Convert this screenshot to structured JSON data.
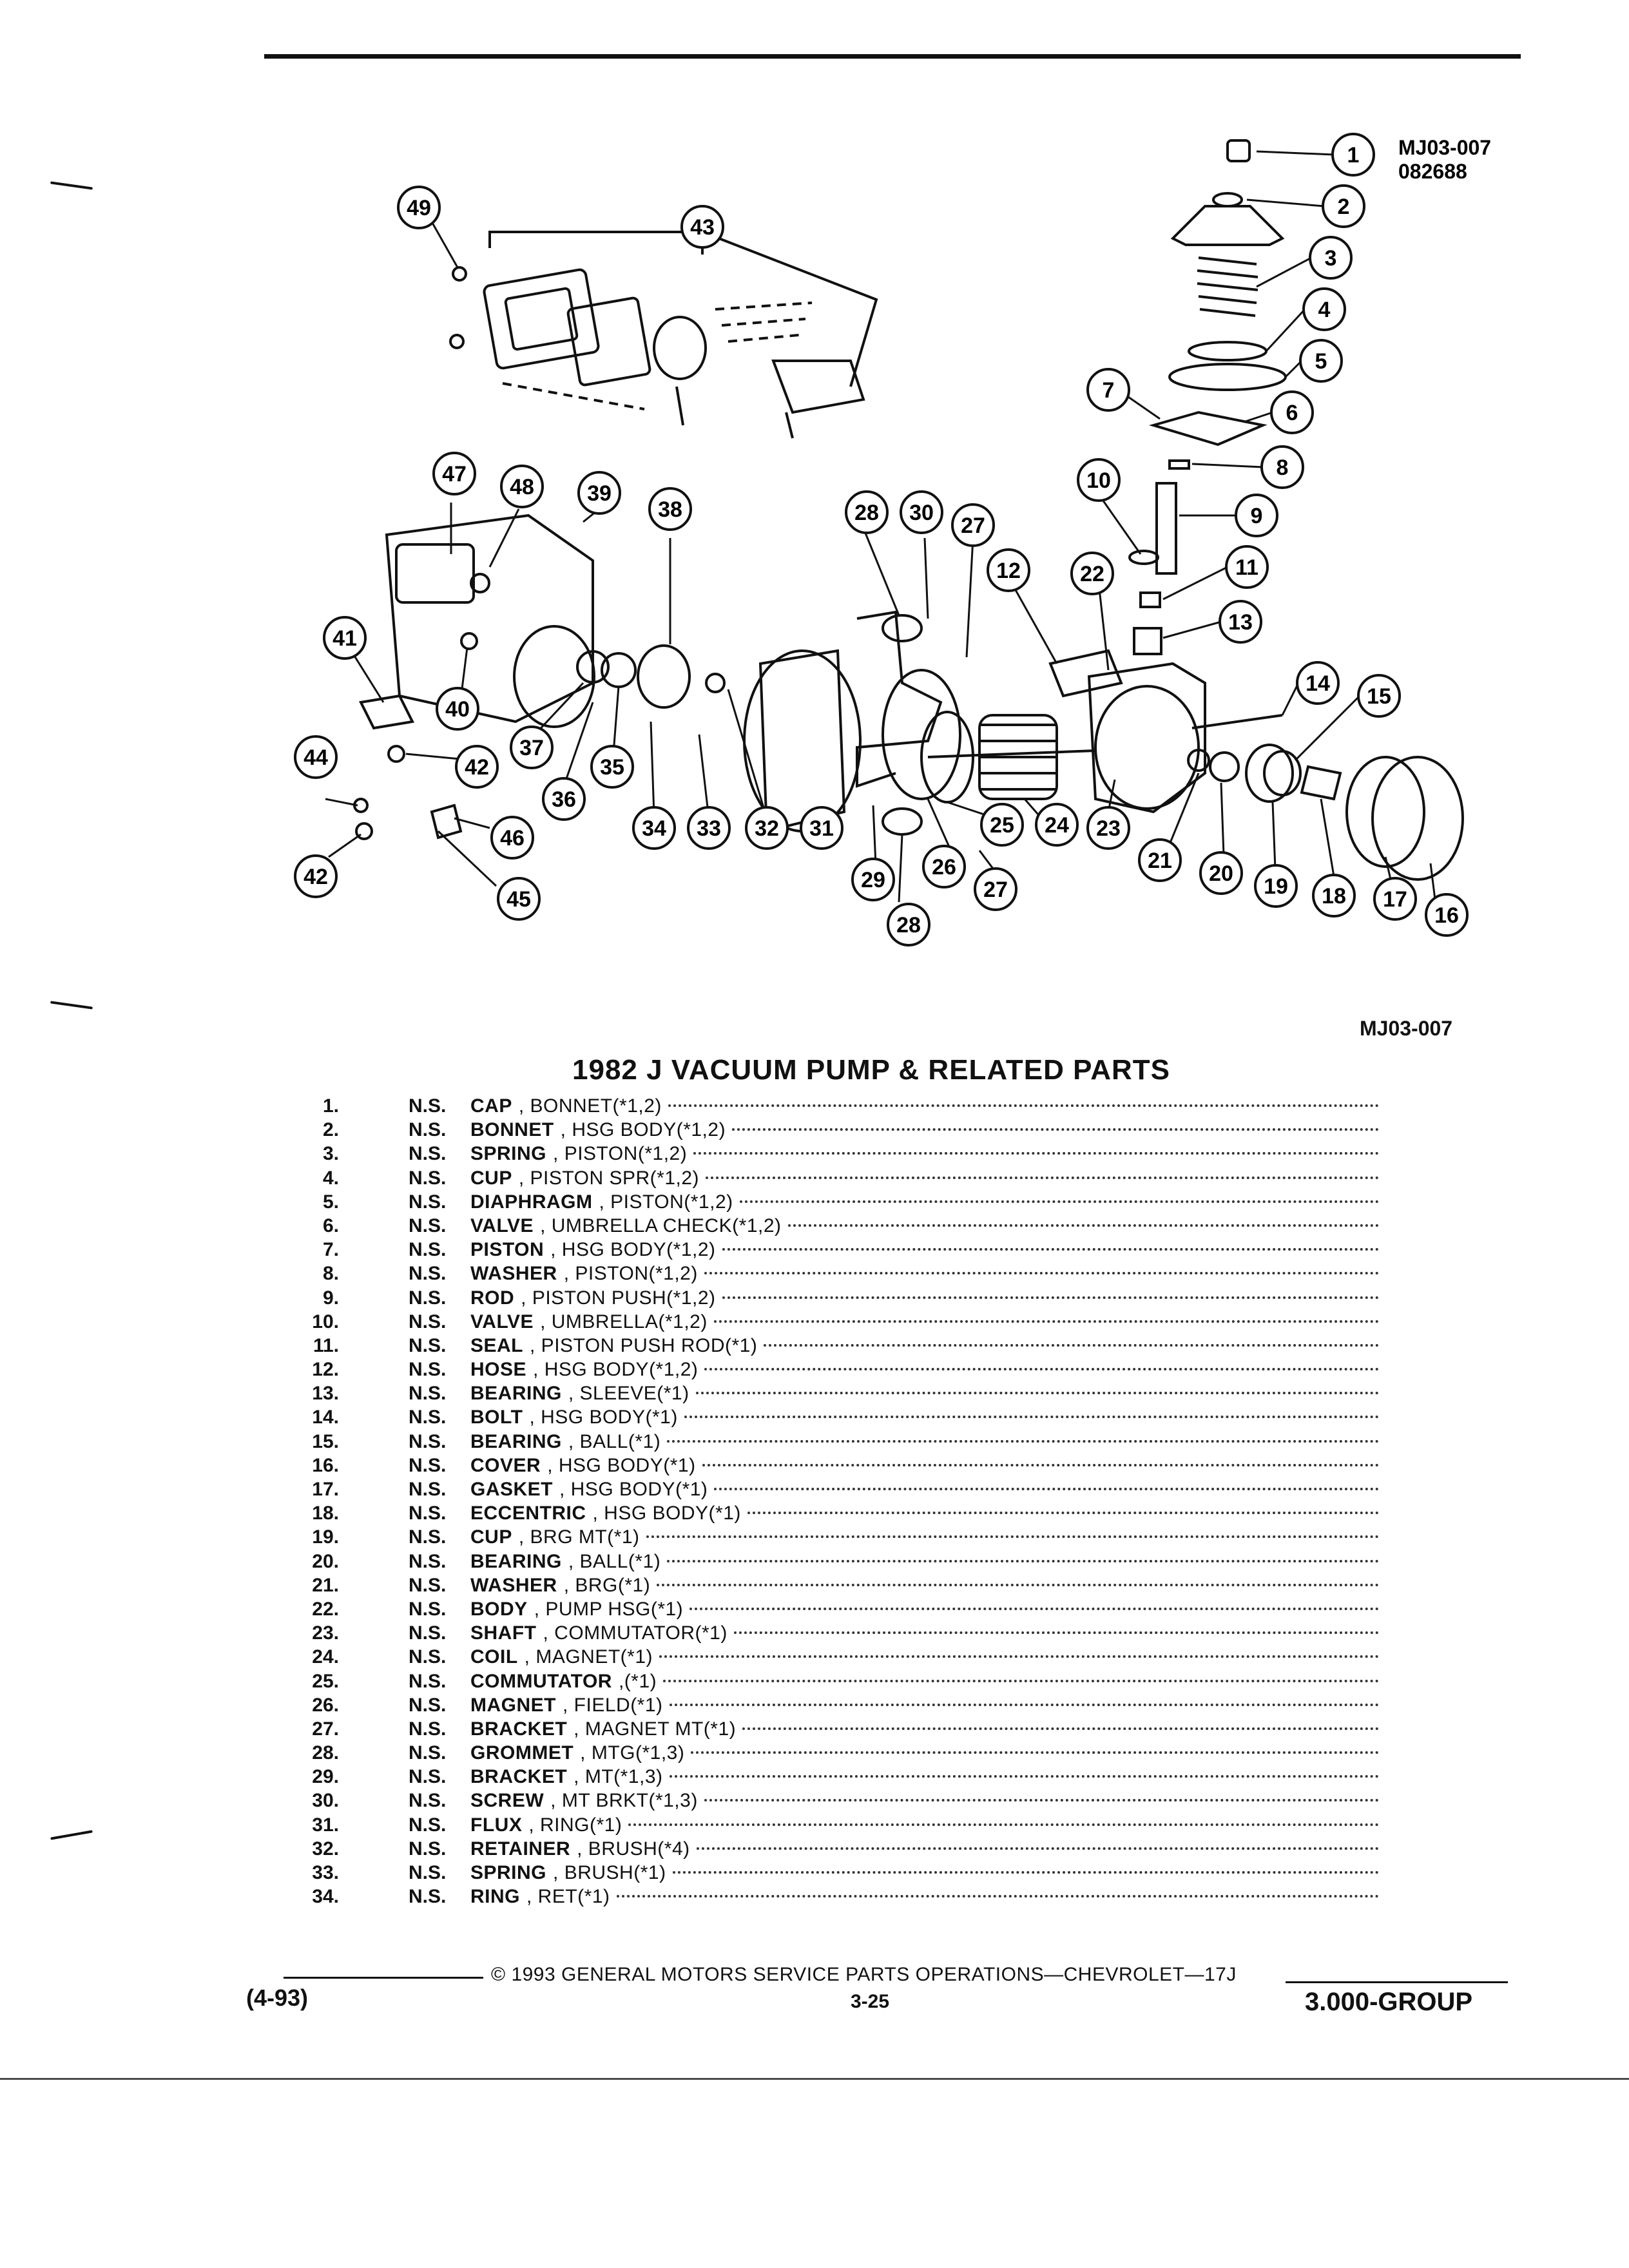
{
  "figure": {
    "code": "MJ03-007",
    "date": "082688",
    "caption_code": "MJ03-007",
    "callouts": [
      "1",
      "2",
      "3",
      "4",
      "5",
      "6",
      "7",
      "8",
      "9",
      "10",
      "11",
      "12",
      "13",
      "14",
      "15",
      "16",
      "17",
      "18",
      "19",
      "20",
      "21",
      "22",
      "23",
      "24",
      "25",
      "26",
      "27",
      "28",
      "29",
      "30",
      "31",
      "32",
      "33",
      "34",
      "35",
      "36",
      "37",
      "38",
      "39",
      "40",
      "41",
      "42",
      "43",
      "44",
      "45",
      "46",
      "47",
      "48",
      "49"
    ]
  },
  "section": {
    "title": "1982 J VACUUM PUMP & RELATED PARTS"
  },
  "parts": [
    {
      "num": "1.",
      "ns": "N.S.",
      "name": "CAP",
      "desc": ", BONNET(*1,2)"
    },
    {
      "num": "2.",
      "ns": "N.S.",
      "name": "BONNET",
      "desc": ", HSG BODY(*1,2)"
    },
    {
      "num": "3.",
      "ns": "N.S.",
      "name": "SPRING",
      "desc": ", PISTON(*1,2)"
    },
    {
      "num": "4.",
      "ns": "N.S.",
      "name": "CUP",
      "desc": ", PISTON SPR(*1,2)"
    },
    {
      "num": "5.",
      "ns": "N.S.",
      "name": "DIAPHRAGM",
      "desc": ", PISTON(*1,2)"
    },
    {
      "num": "6.",
      "ns": "N.S.",
      "name": "VALVE",
      "desc": ", UMBRELLA CHECK(*1,2)"
    },
    {
      "num": "7.",
      "ns": "N.S.",
      "name": "PISTON",
      "desc": ", HSG BODY(*1,2)"
    },
    {
      "num": "8.",
      "ns": "N.S.",
      "name": "WASHER",
      "desc": ", PISTON(*1,2)"
    },
    {
      "num": "9.",
      "ns": "N.S.",
      "name": "ROD",
      "desc": ", PISTON PUSH(*1,2)"
    },
    {
      "num": "10.",
      "ns": "N.S.",
      "name": "VALVE",
      "desc": ", UMBRELLA(*1,2)"
    },
    {
      "num": "11.",
      "ns": "N.S.",
      "name": "SEAL",
      "desc": ", PISTON PUSH ROD(*1)"
    },
    {
      "num": "12.",
      "ns": "N.S.",
      "name": "HOSE",
      "desc": ", HSG BODY(*1,2)"
    },
    {
      "num": "13.",
      "ns": "N.S.",
      "name": "BEARING",
      "desc": ", SLEEVE(*1)"
    },
    {
      "num": "14.",
      "ns": "N.S.",
      "name": "BOLT",
      "desc": ", HSG BODY(*1)"
    },
    {
      "num": "15.",
      "ns": "N.S.",
      "name": "BEARING",
      "desc": ", BALL(*1)"
    },
    {
      "num": "16.",
      "ns": "N.S.",
      "name": "COVER",
      "desc": ", HSG BODY(*1)"
    },
    {
      "num": "17.",
      "ns": "N.S.",
      "name": "GASKET",
      "desc": ", HSG BODY(*1)"
    },
    {
      "num": "18.",
      "ns": "N.S.",
      "name": "ECCENTRIC",
      "desc": ", HSG BODY(*1)"
    },
    {
      "num": "19.",
      "ns": "N.S.",
      "name": "CUP",
      "desc": ", BRG MT(*1)"
    },
    {
      "num": "20.",
      "ns": "N.S.",
      "name": "BEARING",
      "desc": ", BALL(*1)"
    },
    {
      "num": "21.",
      "ns": "N.S.",
      "name": "WASHER",
      "desc": ", BRG(*1)"
    },
    {
      "num": "22.",
      "ns": "N.S.",
      "name": "BODY",
      "desc": ", PUMP HSG(*1)"
    },
    {
      "num": "23.",
      "ns": "N.S.",
      "name": "SHAFT",
      "desc": ", COMMUTATOR(*1)"
    },
    {
      "num": "24.",
      "ns": "N.S.",
      "name": "COIL",
      "desc": ", MAGNET(*1)"
    },
    {
      "num": "25.",
      "ns": "N.S.",
      "name": "COMMUTATOR",
      "desc": ",(*1)"
    },
    {
      "num": "26.",
      "ns": "N.S.",
      "name": "MAGNET",
      "desc": ", FIELD(*1)"
    },
    {
      "num": "27.",
      "ns": "N.S.",
      "name": "BRACKET",
      "desc": ", MAGNET MT(*1)"
    },
    {
      "num": "28.",
      "ns": "N.S.",
      "name": "GROMMET",
      "desc": ", MTG(*1,3)"
    },
    {
      "num": "29.",
      "ns": "N.S.",
      "name": "BRACKET",
      "desc": ", MT(*1,3)"
    },
    {
      "num": "30.",
      "ns": "N.S.",
      "name": "SCREW",
      "desc": ", MT BRKT(*1,3)"
    },
    {
      "num": "31.",
      "ns": "N.S.",
      "name": "FLUX",
      "desc": ", RING(*1)"
    },
    {
      "num": "32.",
      "ns": "N.S.",
      "name": "RETAINER",
      "desc": ", BRUSH(*4)"
    },
    {
      "num": "33.",
      "ns": "N.S.",
      "name": "SPRING",
      "desc": ", BRUSH(*1)"
    },
    {
      "num": "34.",
      "ns": "N.S.",
      "name": "RING",
      "desc": ", RET(*1)"
    }
  ],
  "footer": {
    "copyright": "© 1993 GENERAL MOTORS SERVICE PARTS OPERATIONS—CHEVROLET—17J",
    "date_code": "(4-93)",
    "page": "3-25",
    "group": "3.000-GROUP"
  }
}
